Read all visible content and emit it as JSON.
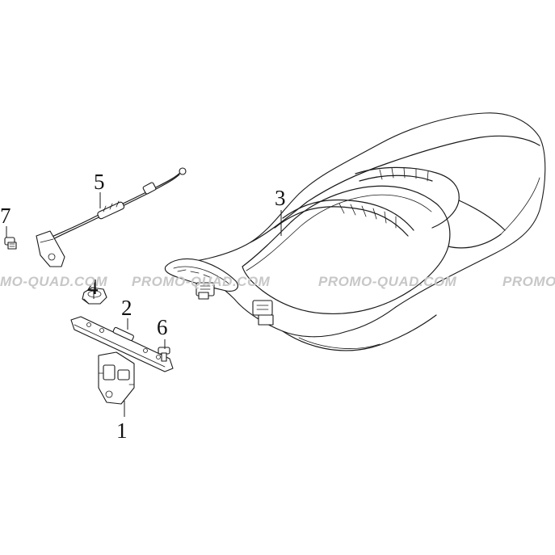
{
  "callouts": {
    "part_1": "1",
    "part_2": "2",
    "part_3": "3",
    "part_4": "4",
    "part_5": "5",
    "part_6": "6",
    "part_7": "7"
  },
  "watermark": {
    "w1": "MO-QUAD.COM",
    "w2": "PROMO-QUAD.COM",
    "w3": "PROMO-QUAD.COM",
    "w4": "PROMO"
  }
}
